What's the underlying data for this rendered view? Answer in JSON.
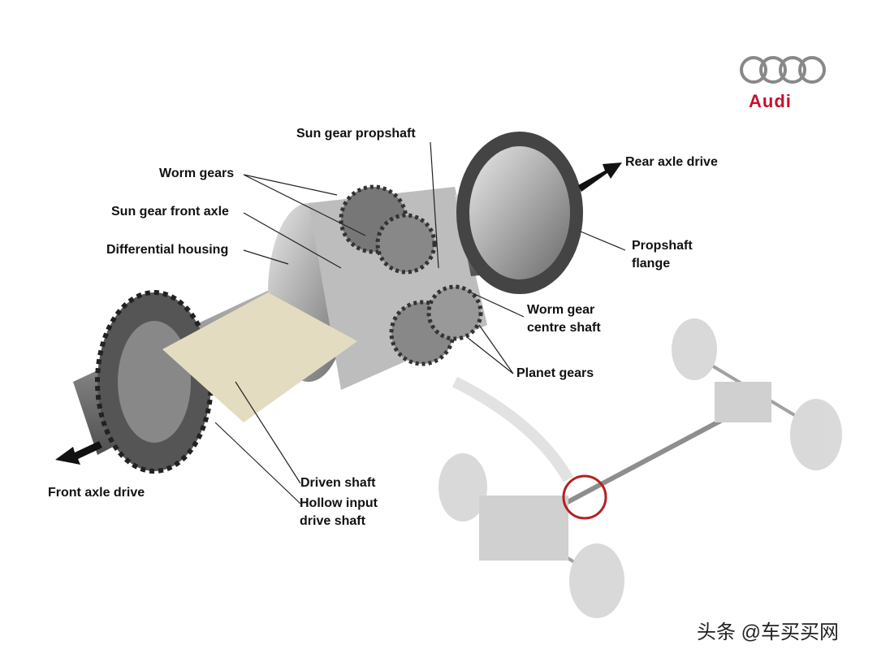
{
  "brand": {
    "name": "Audi",
    "accent": "#c8102e"
  },
  "labels": {
    "sun_gear_propshaft": "Sun gear propshaft",
    "worm_gears": "Worm gears",
    "sun_gear_front_axle": "Sun gear front axle",
    "differential_housing": "Differential housing",
    "rear_axle_drive": "Rear axle drive",
    "propshaft_flange_1": "Propshaft",
    "propshaft_flange_2": "flange",
    "worm_gear_centre_shaft_1": "Worm gear",
    "worm_gear_centre_shaft_2": "centre shaft",
    "planet_gears": "Planet gears",
    "driven_shaft": "Driven shaft",
    "hollow_input_1": "Hollow input",
    "hollow_input_2": "drive shaft",
    "front_axle_drive": "Front axle drive"
  },
  "watermark": "头条 @车买买网"
}
